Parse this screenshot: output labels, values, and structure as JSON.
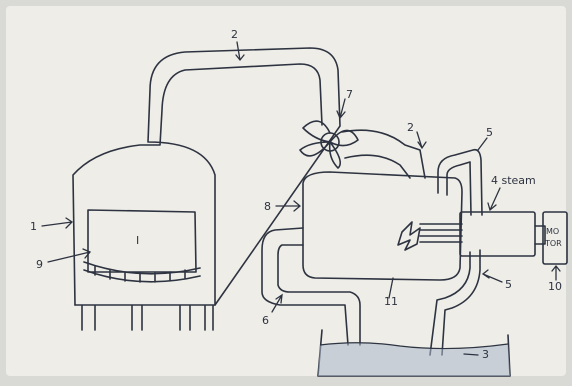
{
  "labels": {
    "n1": "1",
    "n2_top": "2",
    "n2_right": "2",
    "n3": "3",
    "n4": "4 steam",
    "n5_top": "5",
    "n5_bottom": "5",
    "n6": "6",
    "n7": "7",
    "n8": "8",
    "n9": "9",
    "n10": "10",
    "n11": "11",
    "chamber_mark": "I",
    "motor_line1": "MO",
    "motor_line2": "TOR"
  },
  "colors": {
    "paper": "#eeede8",
    "ink": "#2d3340",
    "water": "#a9b7c8"
  }
}
